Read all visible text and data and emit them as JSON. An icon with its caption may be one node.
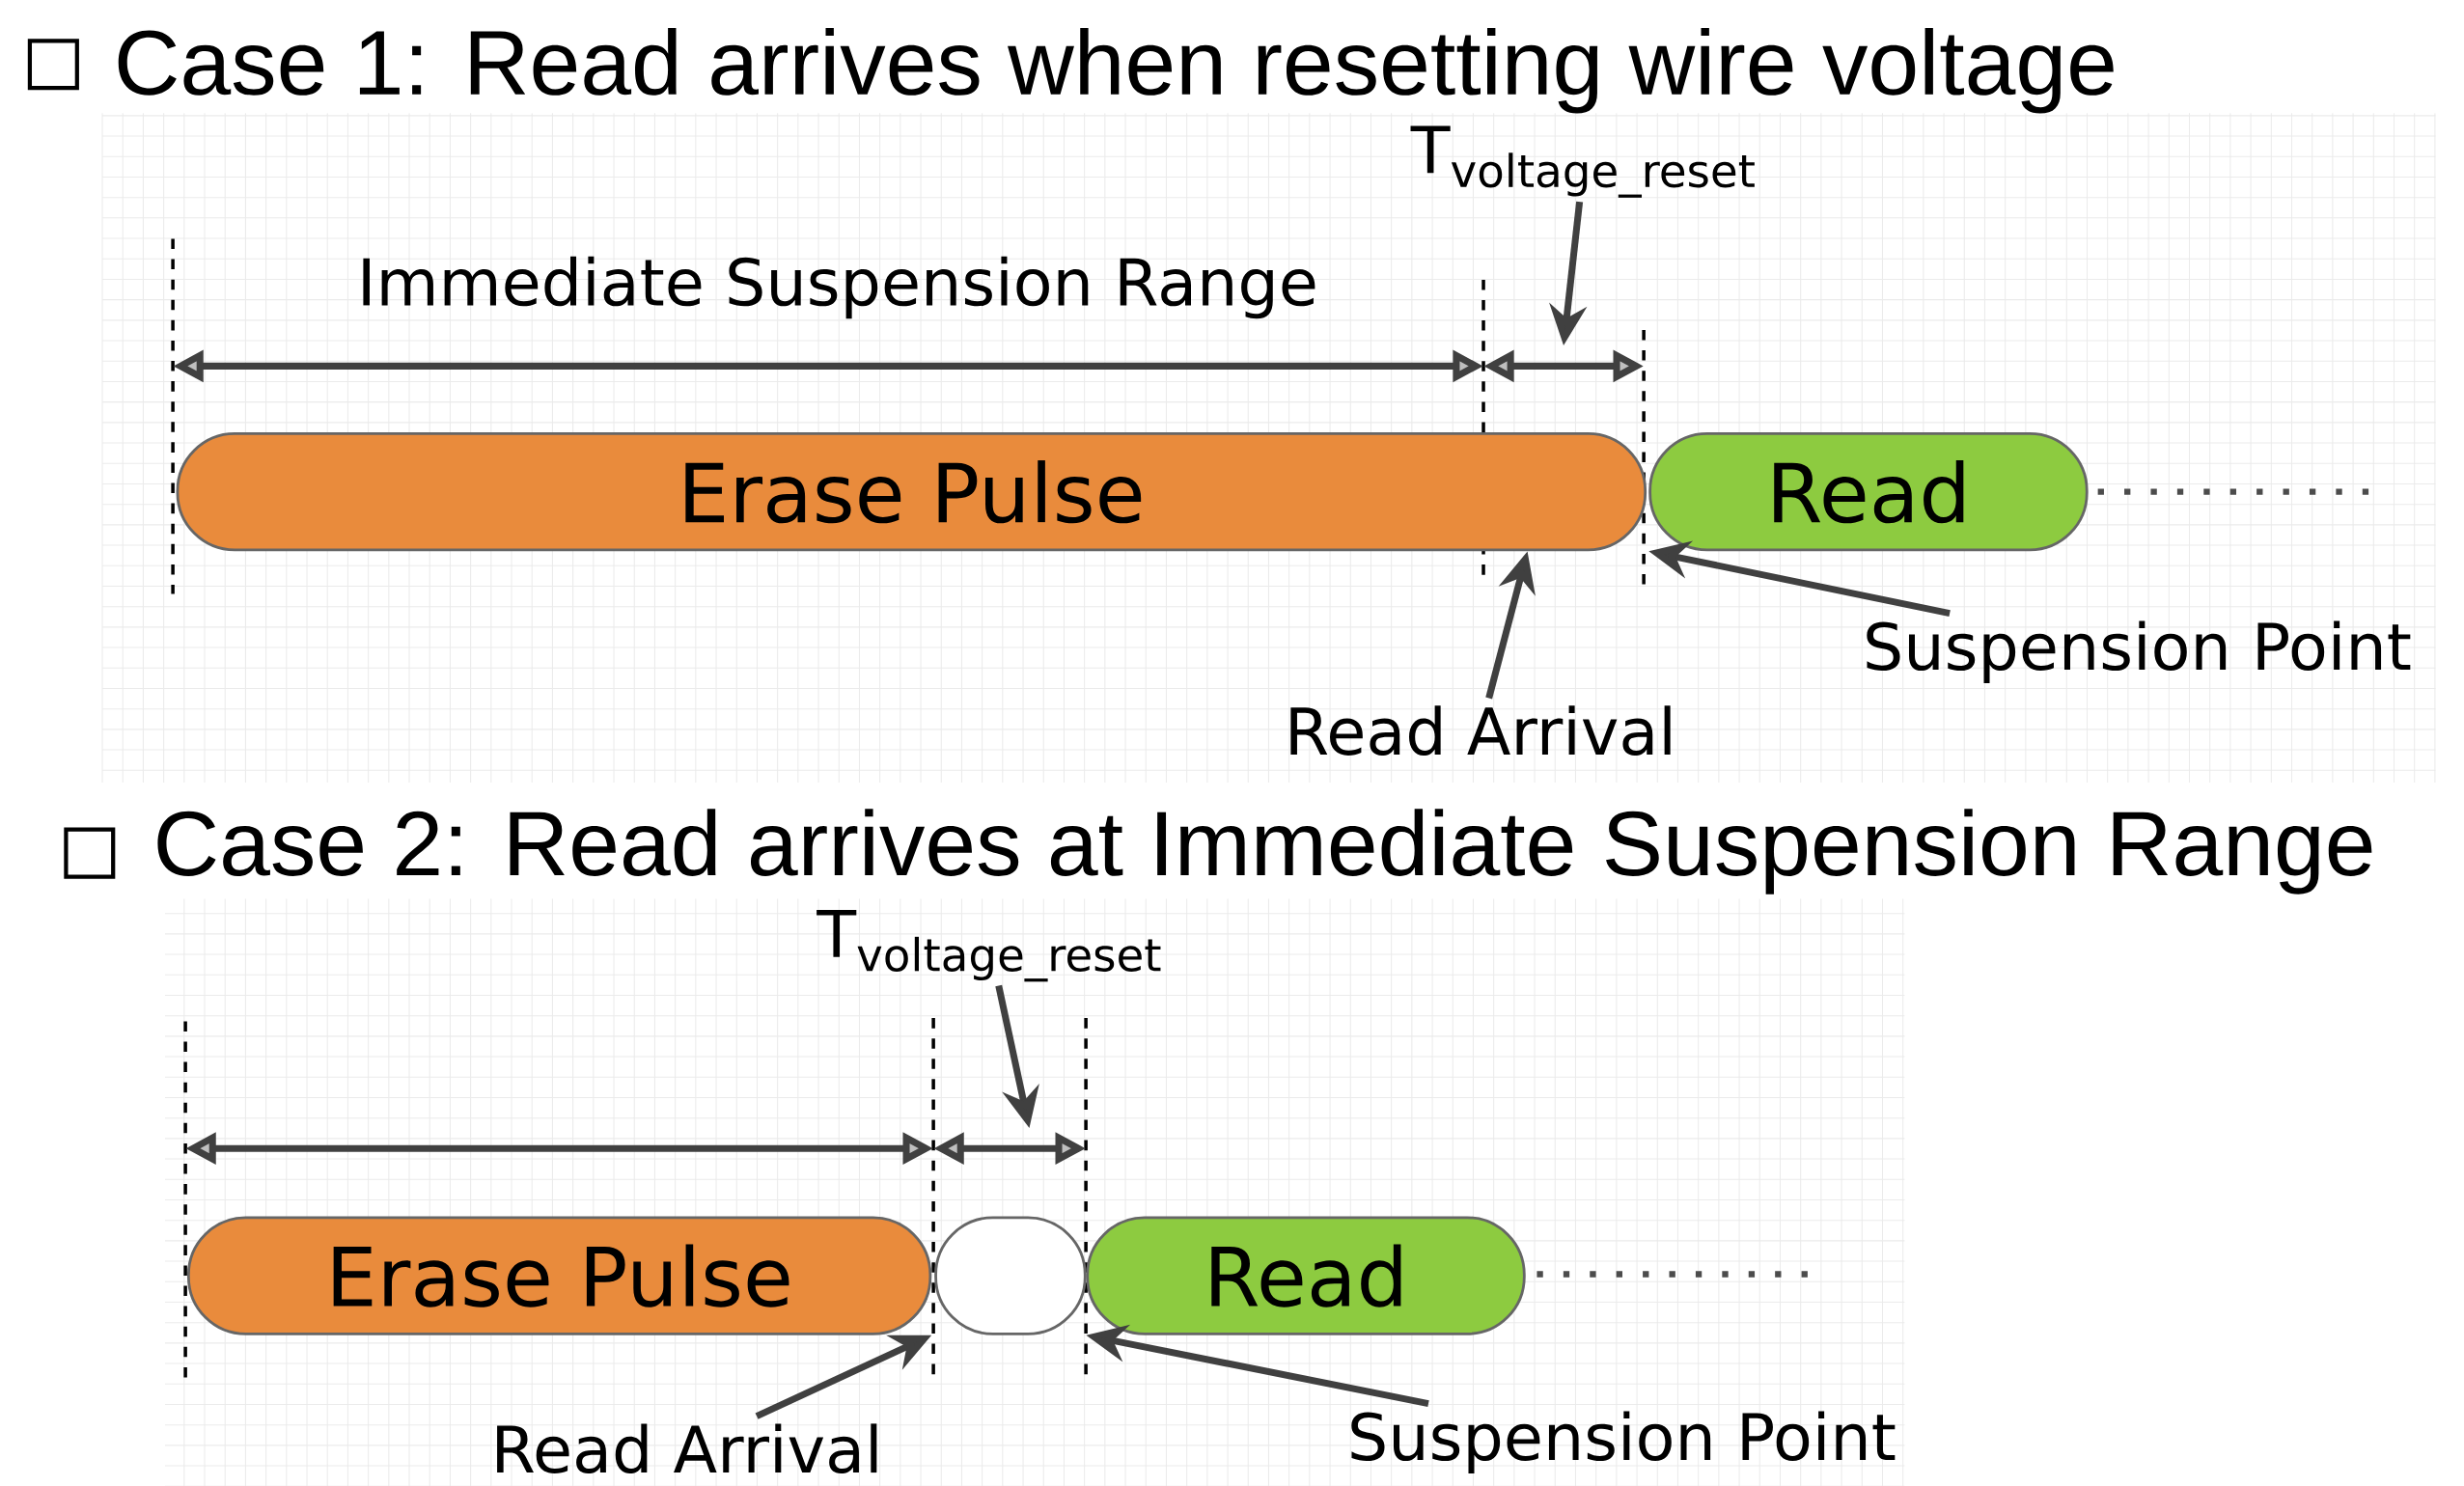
{
  "diagram": {
    "nodes": [
      {
        "text": [
          "Erase Pulse"
        ]
      },
      {
        "text": [
          "Read"
        ]
      },
      {
        "text": [
          "Read Arrival"
        ]
      },
      {
        "text": [
          "Suspension Point"
        ]
      },
      {
        "text": [
          "\\text{T}_{\\text{voltage\\_reset}}"
        ]
      },
      {
        "text": [
          "Erase Pulse"
        ]
      },
      {
        "text": [],
        "shape": "box"
      },
      {
        "text": [
          "Read"
        ]
      },
      {
        "text": [
          "Read Arrival"
        ]
      },
      {
        "text": [
          "Suspension Point"
        ]
      },
      {
        "text": [
          "\\text{T}_{\\text{voltage\\_reset}}"
        ]
      }
    ],
    "edges": [
      {
        "from": 2,
        "to": 0,
        "arrow": "to"
      },
      {
        "from": 3,
        "to": 1,
        "arrow": "to"
      },
      {
        "from": 4,
        "to": null,
        "arrow": "to"
      },
      {
        "from": 8,
        "to": 5,
        "arrow": "to"
      },
      {
        "from": 9,
        "to": 7,
        "arrow": "to"
      },
      {
        "from": 10,
        "to": null,
        "arrow": "to"
      }
    ],
    "labels": [
      "Case 1: Read arrives when resetting wire voltage",
      "Immediate Suspension Range",
      "Case 2: Read arrives at Immediate Suspension Range"
    ]
  }
}
